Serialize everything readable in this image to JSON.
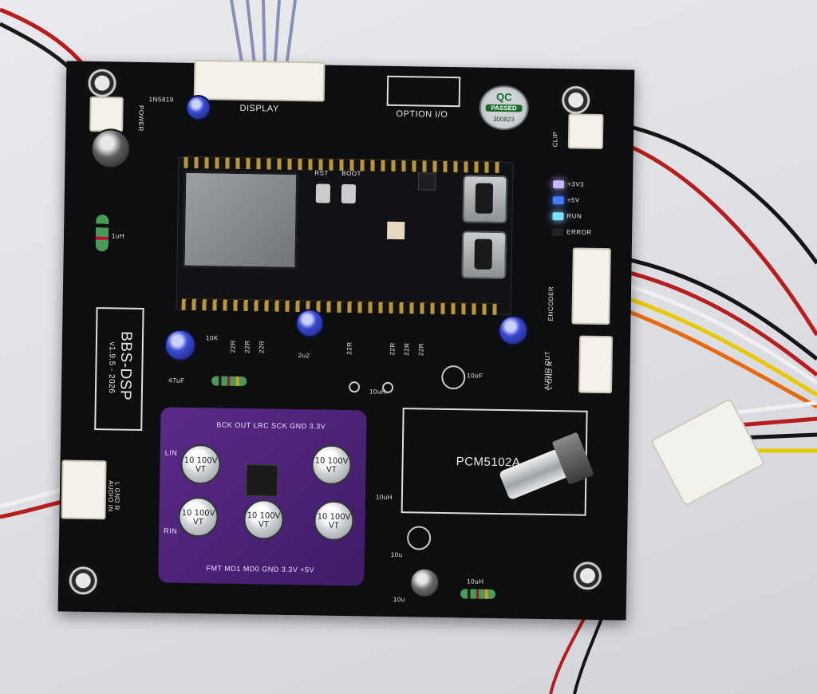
{
  "board": {
    "name": "BBS-DSP",
    "version": "v1.9.5 - 2026",
    "qc_badge": {
      "line1": "QC",
      "line2": "PASSED",
      "code": "300823"
    },
    "labels": {
      "power": "POWER",
      "display": "DISPLAY",
      "option_io": "OPTION I/O",
      "clip": "CLIP",
      "encoder": "ENCODER",
      "audio_out": "AUDIO OUT",
      "audio_out_pins": "L GND R",
      "audio_in": "AUDIO IN",
      "audio_in_pins": "L GND R",
      "dac": "PCM5102A",
      "diode": "1N5819",
      "boot": "BOOT",
      "rst": "RST",
      "uh1": "1uH",
      "uh_center": "10uH",
      "uh_right": "10uH",
      "uh_bottom": "10uH",
      "c47uf": "47uF",
      "c2u2": "2u2",
      "c10uf": "10uF",
      "c10u_a": "10u",
      "c10u_b": "10u",
      "r10k": "10K",
      "r22": "22R"
    },
    "leds": [
      {
        "label": "+3V3",
        "color": "#c9b8ff"
      },
      {
        "label": "+5V",
        "color": "#4a78ff"
      },
      {
        "label": "RUN",
        "color": "#7fe0ff"
      },
      {
        "label": "ERROR",
        "color": "#222222"
      }
    ],
    "purple_module": {
      "top_pins": "BCK OUT LRC SCK GND 3.3V",
      "bottom_pins": "FMT MD1 MD0 GND 3.3V +5V",
      "left_top": "LIN",
      "left_bottom": "RIN",
      "cap_text": "10 100V VT"
    }
  }
}
